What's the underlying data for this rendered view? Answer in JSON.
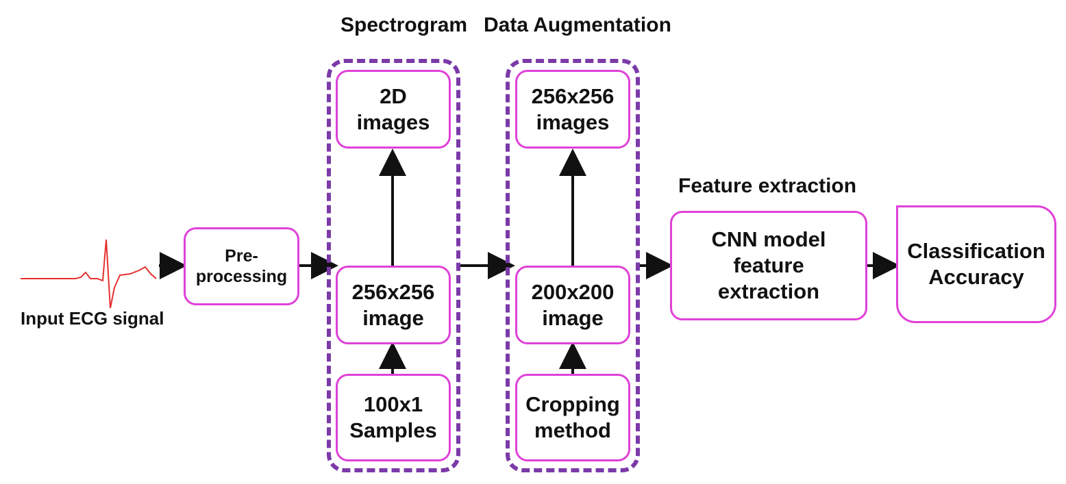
{
  "input": {
    "label": "Input ECG signal"
  },
  "preprocessing": {
    "line1": "Pre-",
    "line2": "processing"
  },
  "spectrogram": {
    "title": "Spectrogram",
    "box_top": {
      "line1": "2D",
      "line2": "images"
    },
    "box_mid": {
      "line1": "256x256",
      "line2": "image"
    },
    "box_bot": {
      "line1": "100x1",
      "line2": "Samples"
    }
  },
  "augmentation": {
    "title": "Data Augmentation",
    "box_top": {
      "line1": "256x256",
      "line2": "images"
    },
    "box_mid": {
      "line1": "200x200",
      "line2": "image"
    },
    "box_bot": {
      "line1": "Cropping",
      "line2": "method"
    }
  },
  "feature": {
    "title": "Feature extraction",
    "line1": "CNN model",
    "line2": "feature",
    "line3": "extraction"
  },
  "classification": {
    "line1": "Classification",
    "line2": "Accuracy"
  },
  "colors": {
    "box_border": "#e040d8",
    "group_border": "#7b3aa8",
    "ecg_line": "#e53030",
    "arrow": "#111111"
  }
}
